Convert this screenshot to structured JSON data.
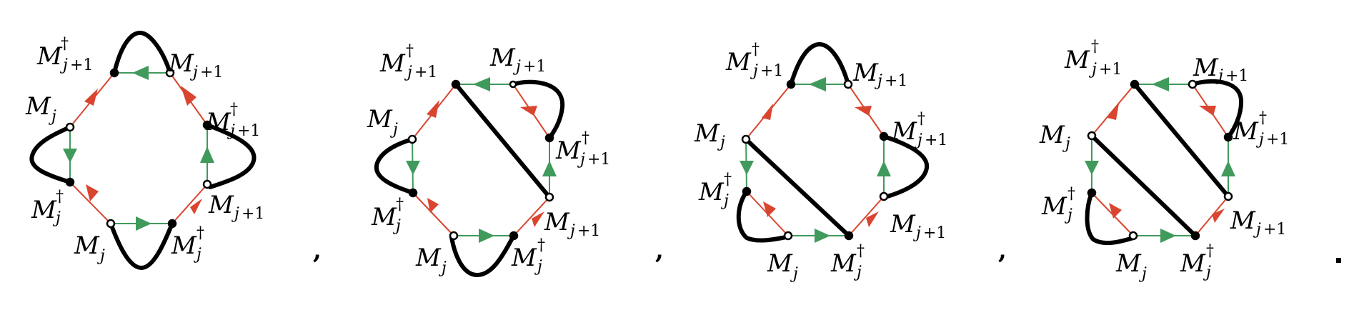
{
  "figure": {
    "description": "Four contraction diagrams of transfer-matrix operators M_j, M_j^dagger, M_{j+1}, M_{j+1}^dagger arranged on octagons with red and green directed edges and thick black pairing curves",
    "colors": {
      "red_edge": "#d9452f",
      "green_edge": "#3f9a5c",
      "pairing": "#000000"
    },
    "separators": [
      ",",
      ",",
      ",",
      "."
    ],
    "labels": {
      "Mj": "M",
      "Mj_sub": "j",
      "Mjd_sub": "j",
      "Mj1_sub": "j+1",
      "dagger": "†"
    },
    "diagrams": [
      {
        "id": 1,
        "pairings": "four-arcs"
      },
      {
        "id": 2,
        "pairings": "diagonal + three arcs"
      },
      {
        "id": 3,
        "pairings": "diagonal + three arcs (rotated)"
      },
      {
        "id": 4,
        "pairings": "two diagonals + two arcs"
      }
    ]
  }
}
